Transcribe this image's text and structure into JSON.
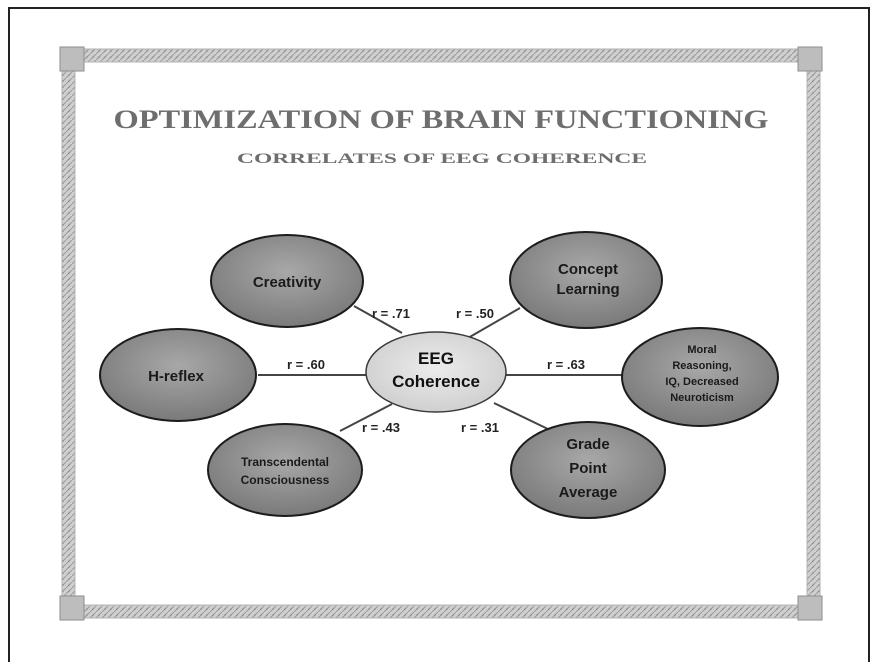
{
  "title": "OPTIMIZATION OF BRAIN FUNCTIONING",
  "subtitle": "CORRELATES OF EEG COHERENCE",
  "center_node": {
    "lines": [
      "EEG",
      "Coherence"
    ]
  },
  "nodes": [
    {
      "id": "creativity",
      "lines": [
        "Creativity"
      ],
      "correlation": "r = .71"
    },
    {
      "id": "concept-learning",
      "lines": [
        "Concept",
        "Learning"
      ],
      "correlation": "r = .50"
    },
    {
      "id": "h-reflex",
      "lines": [
        "H-reflex"
      ],
      "correlation": "r = .60"
    },
    {
      "id": "moral-reasoning",
      "lines": [
        "Moral",
        "Reasoning,",
        "IQ, Decreased",
        "Neuroticism"
      ],
      "correlation": "r = .63"
    },
    {
      "id": "transcendental-consciousness",
      "lines": [
        "Transcendental",
        "Consciousness"
      ],
      "correlation": "r = .43"
    },
    {
      "id": "grade-point-average",
      "lines": [
        "Grade",
        "Point",
        "Average"
      ],
      "correlation": "r = .31"
    }
  ],
  "colors": {
    "node_fill": "#8a8a8a",
    "node_stroke": "#1c1c1c",
    "center_fill": "#d9d9d9",
    "border": "#a8a8a8",
    "title": "#6e6e6e"
  }
}
